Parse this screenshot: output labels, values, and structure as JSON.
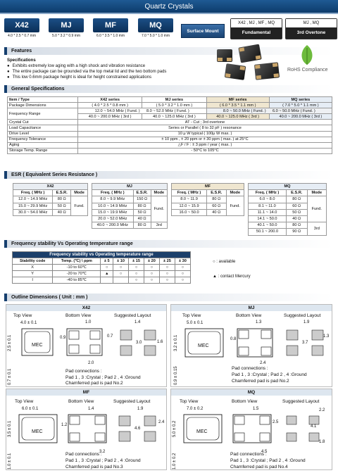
{
  "header": {
    "title": "Quartz  Crystals"
  },
  "models": [
    {
      "name": "X42",
      "size": "4.0 * 2.5 * 0.7 mm"
    },
    {
      "name": "MJ",
      "size": "5.0 * 3.2 * 0.9 mm"
    },
    {
      "name": "MF",
      "size": "6.0 * 3.5 * 1.0 mm"
    },
    {
      "name": "MQ",
      "size": "7.0 * 5.0 * 1.0 mm"
    }
  ],
  "mount": "Surface Mount",
  "fundamental": {
    "models": "X42 , MJ , MF , MQ",
    "label": "Fundamental"
  },
  "overtone": {
    "models": "MJ , MQ",
    "label": "3rd Overtone"
  },
  "features": {
    "title": "Features",
    "subtitle": "Specifications",
    "items": [
      "Exhibits extremely low aging with a high shock and vibration resistance",
      "The entire package can be grounded via the top metal lid and the two bottom pads",
      "This low 0.6mm package height is ideal for height constrained applications"
    ]
  },
  "rohs": "RoHS Compliance",
  "general": {
    "title": "General Specifications",
    "header": [
      "Item / Type",
      "X42  series",
      "MJ  series",
      "MF  series",
      "MQ  series"
    ],
    "pkg": [
      "Package Dimensions",
      "( 4.0 * 2.5 * 0.8 mm )",
      "( 5.0 * 3.2 * 1.0 mm )",
      "( 6.0 * 3.5 * 1.1 mm )",
      "( 7.0 * 5.0 * 1.1 mm )"
    ],
    "freq_label": "Frequency Range",
    "freq1": [
      "12.0 ~ 54.0 MHz ( Fund. )",
      "8.0 ~ 52.0 MHz ( Fund. )",
      "8.0 ~ 50.0 MHz ( Fund. )",
      "6.0 ~ 50.0 MHz ( Fund. )"
    ],
    "freq2": [
      "40.0 ~ 200.0 MHz ( 3rd )",
      "40.0 ~ 125.0 MHz ( 3rd )",
      "40.0 ~ 125.0 MHz ( 3rd )",
      "40.0 ~ 200.0 MHz ( 3rd )"
    ],
    "rows": [
      {
        "label": "Crystal Cut",
        "value": "AT - Cut  ;  3rd overtone"
      },
      {
        "label": "Load Capacitance",
        "value": "Series or Parallel ( 8 to 32 pF ) resonance"
      },
      {
        "label": "Drive Level",
        "value": "10 μ W  typical    ( 100μ W max. )"
      },
      {
        "label": "Frequency Tolerance",
        "value": "± 10 ppm , ± 20 ppm or ± 30 ppm ( max. )  at  25°C"
      },
      {
        "label": "Aging",
        "value": "△F / F : ± 3 ppm  / year ( max. )"
      },
      {
        "label": "Storage Temp. Range",
        "value": "- 50°C to 105°C"
      }
    ]
  },
  "esr": {
    "title": "ESR ( Equivalent Series Resistance )",
    "cols": {
      "freq": "Freq. ( MHz )",
      "esr": "E.S.R.",
      "mode": "Mode"
    },
    "fund": "Fund.",
    "third": "3rd",
    "x42": {
      "name": "X42",
      "rows": [
        [
          "12.0 ~ 14.9 MHz",
          "80 Ω"
        ],
        [
          "15.0 ~ 29.9 MHz",
          "50 Ω"
        ],
        [
          "30.0 ~ 54.0 MHz",
          "40 Ω"
        ]
      ]
    },
    "mj": {
      "name": "MJ",
      "rows": [
        [
          "8.0 ~ 9.9 MHz",
          "150 Ω"
        ],
        [
          "10.0 ~ 14.9 MHz",
          "80 Ω"
        ],
        [
          "15.0 ~ 19.9 MHz",
          "50 Ω"
        ],
        [
          "20.0 ~ 52.0 MHz",
          "40 Ω"
        ],
        [
          "40.0 ~ 200.0 MHz",
          "80 Ω"
        ]
      ]
    },
    "mf": {
      "name": "MF",
      "rows": [
        [
          "8.0 ~ 11.9",
          "80 Ω"
        ],
        [
          "12.0 ~ 15.9",
          "60 Ω"
        ],
        [
          "16.0 ~ 50.0",
          "40 Ω"
        ]
      ]
    },
    "mq": {
      "name": "MQ",
      "rows": [
        [
          "6.0 ~ 8.0",
          "80 Ω"
        ],
        [
          "8.1 ~ 11.0",
          "60 Ω"
        ],
        [
          "11.1 ~ 14.0",
          "50 Ω"
        ],
        [
          "14.1 ~ 50.0",
          "40 Ω"
        ],
        [
          "40.1 ~ 50.0",
          "80 Ω"
        ],
        [
          "50.1 ~ 200.0",
          "90 Ω"
        ]
      ]
    }
  },
  "stability": {
    "title": "Frequency stability Vs Operating temperature range",
    "table_title": "Frequency stability vs Operating temperature range",
    "h1": "Stability code",
    "h2": "Temp. (℃) \\ ppm",
    "ppm": [
      "± 5",
      "± 10",
      "± 15",
      "± 20",
      "± 25",
      "± 30"
    ],
    "rows": [
      {
        "code": "X",
        "temp": "-10  to  60℃",
        "marks": [
          "○",
          "○",
          "○",
          "○",
          "○",
          "○"
        ]
      },
      {
        "code": "Y",
        "temp": "-20  to  70℃",
        "marks": [
          "▲",
          "○",
          "○",
          "○",
          "○",
          "○"
        ]
      },
      {
        "code": "I",
        "temp": "-40  to  85℃",
        "marks": [
          "",
          "",
          "○",
          "○",
          "○",
          "○"
        ]
      }
    ],
    "avail": "○ : available",
    "contact": "▲ : contact  Mercury"
  },
  "outline": {
    "title": "Outline Dimensions ( Unit : mm )",
    "views": {
      "top": "Top View",
      "bottom": "Bottom View",
      "layout": "Suggested Layout"
    },
    "mark": "MEC",
    "pad1": "Pad connections :",
    "x42": {
      "name": "X42",
      "w": "4.0 ± 0.1",
      "h": "2.5 ± 0.1",
      "t": "0.7 ± 0.1",
      "b1": "1.0",
      "b2": "0.9",
      "b3": "2.0",
      "b4": "0.7",
      "l1": "1.4",
      "l2": "3.0",
      "l3": "1.6"
    },
    "mj": {
      "name": "MJ",
      "w": "5.0 ± 0.1",
      "h": "3.2 ± 0.1",
      "t": "0.9 ± 0.15",
      "b1": "1.3",
      "b2": "0.8",
      "b3": "2.4",
      "l1": "1.9",
      "l2": "3.7",
      "l3": "1.3",
      "pad2": "Pad 1 , 3 :Crystal ; Pad 2 , 4 :Ground",
      "pad3": "Chamferred pad is pad No.2"
    },
    "x42pads": {
      "pad2": "Pad 1 , 3 :Crystal ; Pad 2 , 4 :Ground",
      "pad3": "Chamferred pad is pad No.2"
    },
    "mf": {
      "name": "MF",
      "w": "6.0 ± 0.1",
      "h": "3.5 ± 0.1",
      "t": "1.0 ± 0.1",
      "b1": "1.4",
      "b2": "1.2",
      "b3": "3.2",
      "l1": "1.9",
      "l2": "4.6",
      "l3": "2.4",
      "pad2": "Pad 1 , 3 :Crystal ; Pad 2 , 4 :Ground",
      "pad3": "Chamferred pad is pad No.3"
    },
    "mq": {
      "name": "MQ",
      "w": "7.0 ± 0.2",
      "h": "5.0 ± 0.2",
      "t": "1.0 ± 0.2",
      "b1": "1.5",
      "b2": "2.5",
      "b3": "4.5",
      "l1": "2.2",
      "l2": "4.1",
      "l3": "1.8",
      "pad2": "Pad 1 , 3 :Crystal ; Pad 2 , 4 :Ground",
      "pad3": "Chamferred pad is pad No.4"
    }
  }
}
